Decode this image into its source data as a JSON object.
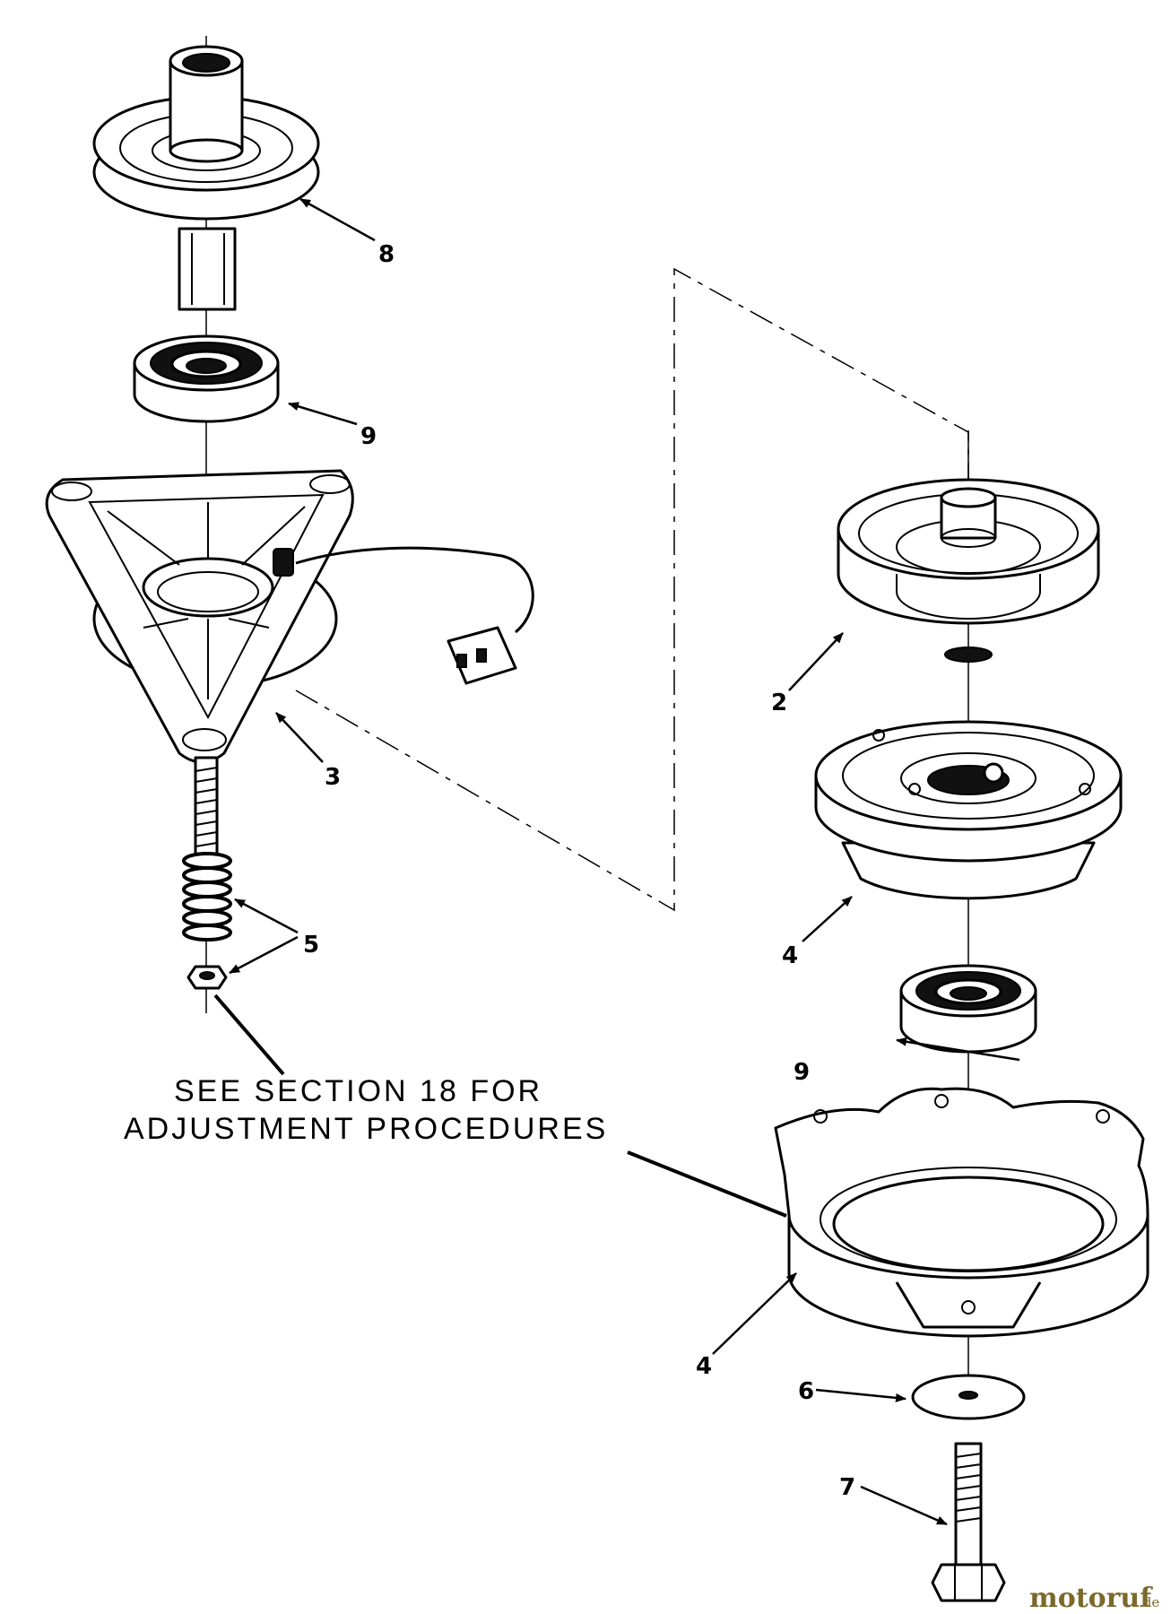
{
  "callouts": [
    {
      "id": "callout-8",
      "label": "8"
    },
    {
      "id": "callout-9-upper",
      "label": "9"
    },
    {
      "id": "callout-3",
      "label": "3"
    },
    {
      "id": "callout-5",
      "label": "5"
    },
    {
      "id": "callout-2",
      "label": "2"
    },
    {
      "id": "callout-4-upper",
      "label": "4"
    },
    {
      "id": "callout-9-lower",
      "label": "9"
    },
    {
      "id": "callout-4-lower",
      "label": "4"
    },
    {
      "id": "callout-6",
      "label": "6"
    },
    {
      "id": "callout-7",
      "label": "7"
    }
  ],
  "note": {
    "line1": "SEE SECTION 18 FOR",
    "line2": "ADJUSTMENT PROCEDURES"
  },
  "watermark": {
    "name": "motoruf",
    "suffix": ".de"
  }
}
